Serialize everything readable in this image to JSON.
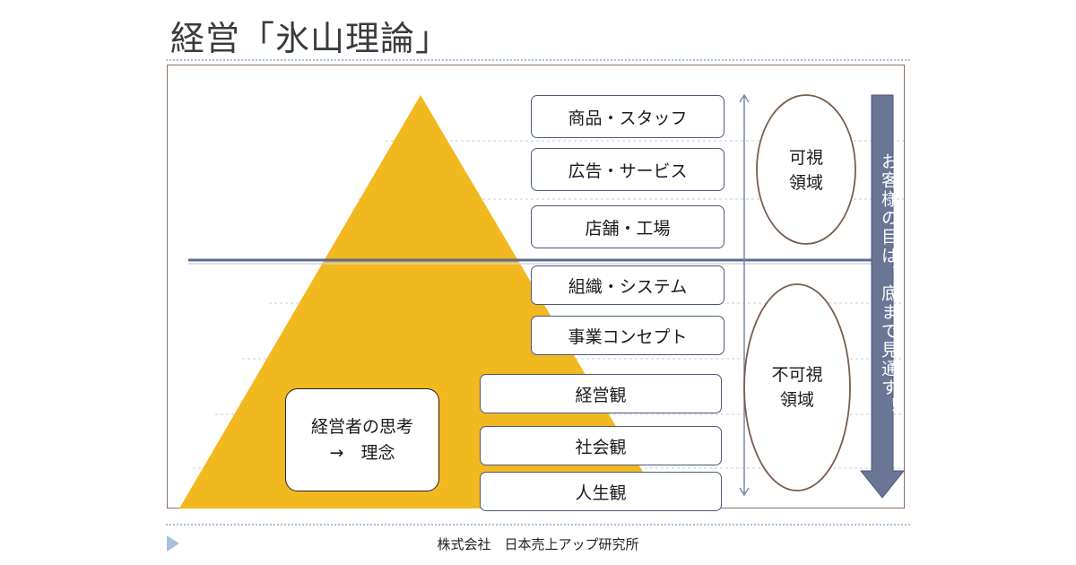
{
  "title": "経営「氷山理論」",
  "levels": [
    "商品・スタッフ",
    "広告・サービス",
    "店舗・工場",
    "組織・システム",
    "事業コンセプト",
    "経営観",
    "社会観",
    "人生観"
  ],
  "thinker": {
    "line1": "経営者の思考",
    "line2": "→　理念"
  },
  "visible_zone": {
    "line1": "可視",
    "line2": "領域"
  },
  "invisible_zone": {
    "line1": "不可視",
    "line2": "領域"
  },
  "arrow_text": "お客様の目は、底まで見通す！",
  "footer": "株式会社　日本売上アップ研究所",
  "colors": {
    "pyramid": "#f2b81f",
    "arrow": "#6b7596",
    "waterline": "#5f6b8a"
  }
}
